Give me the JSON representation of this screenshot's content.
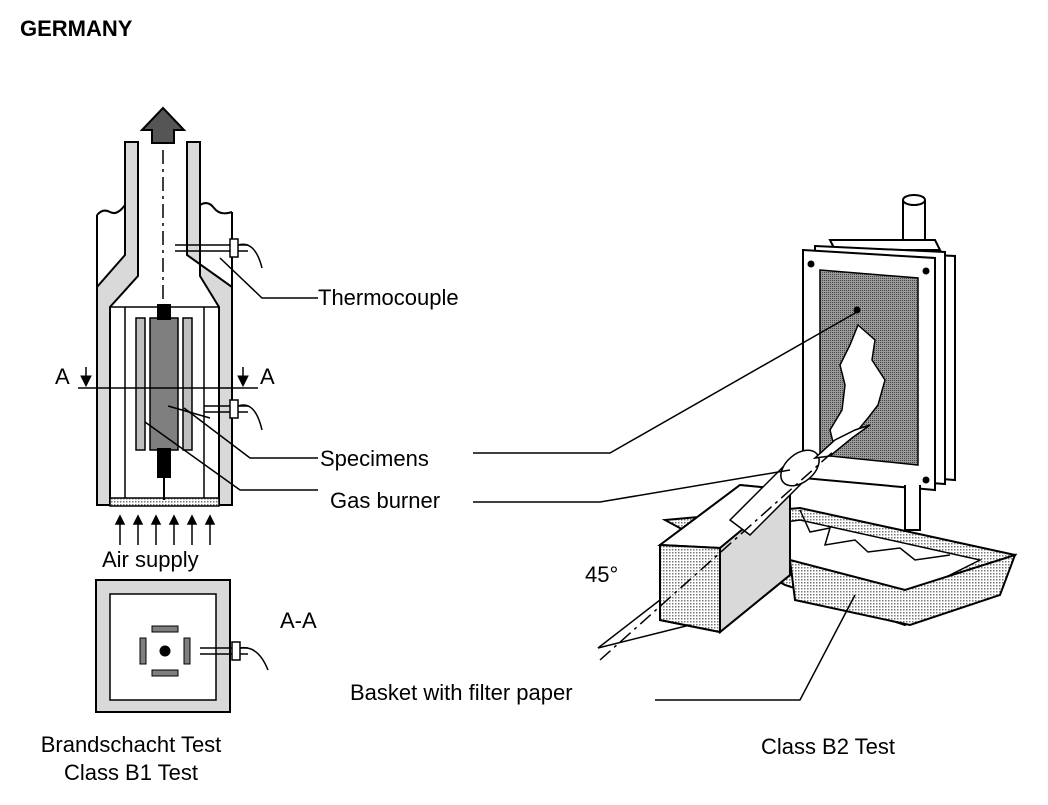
{
  "header": {
    "country": "GERMANY"
  },
  "b1_test": {
    "labels": {
      "thermocouple": "Thermocouple",
      "specimens": "Specimens",
      "gas_burner": "Gas burner",
      "air_supply": "Air supply",
      "section_marker": "A",
      "section_view": "A-A"
    },
    "caption": {
      "line1": "Brandschacht Test",
      "line2": "Class B1 Test"
    }
  },
  "b2_test": {
    "labels": {
      "angle": "45°",
      "basket": "Basket with filter paper"
    },
    "caption": "Class B2 Test"
  },
  "colors": {
    "line": "#000000",
    "wall_fill": "#d9d9d9",
    "specimen_fill": "#7f7f7f",
    "panel_fill": "#8c8c8c",
    "basket_fill": "#b3b3b3",
    "box_fill": "#e6e6e6"
  }
}
